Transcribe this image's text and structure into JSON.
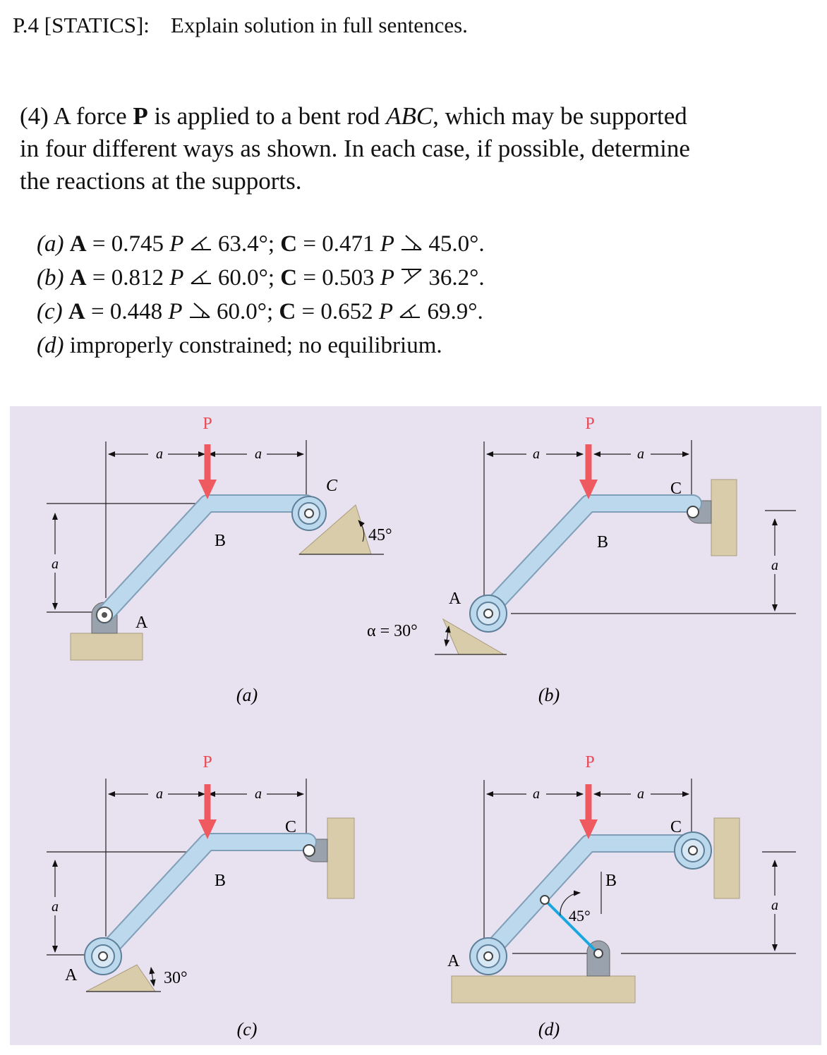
{
  "header": {
    "label": "P.4 [STATICS]:",
    "instruction": "Explain solution in full sentences."
  },
  "problem": {
    "number": "(4)",
    "text_1": "A force",
    "force": "P",
    "text_2": "is applied to a bent rod",
    "rod": "ABC",
    "text_3": ", which may be supported in four different ways as shown. In each case, if possible, determine the reactions at the supports."
  },
  "answers": [
    {
      "case": "(a)",
      "a_label": "A",
      "a_value": "= 0.745",
      "a_var": "P",
      "a_angle": "63.4°;",
      "c_label": "C",
      "c_value": "= 0.471",
      "c_var": "P",
      "c_angle": "45.0°."
    },
    {
      "case": "(b)",
      "a_label": "A",
      "a_value": "= 0.812",
      "a_var": "P",
      "a_angle": "60.0°;",
      "c_label": "C",
      "c_value": "= 0.503",
      "c_var": "P",
      "c_angle": "36.2°."
    },
    {
      "case": "(c)",
      "a_label": "A",
      "a_value": "= 0.448",
      "a_var": "P",
      "a_angle": "60.0°;",
      "c_label": "C",
      "c_value": "= 0.652",
      "c_var": "P",
      "c_angle": "69.9°."
    },
    {
      "case": "(d)",
      "text": "improperly constrained; no equilibrium."
    }
  ],
  "figure": {
    "force_label": "P",
    "dim_label": "a",
    "point_a": "A",
    "point_b": "B",
    "point_c": "C",
    "captions": [
      "(a)",
      "(b)",
      "(c)",
      "(d)"
    ],
    "angle_a": "45°",
    "angle_b": "α = 30°",
    "angle_c": "30°",
    "angle_d": "45°",
    "colors": {
      "background": "#e8e2f0",
      "rod": "#bcd8ec",
      "force": "#ee5a60",
      "support": "#d8ccaa",
      "link": "#1aa7e0"
    }
  }
}
